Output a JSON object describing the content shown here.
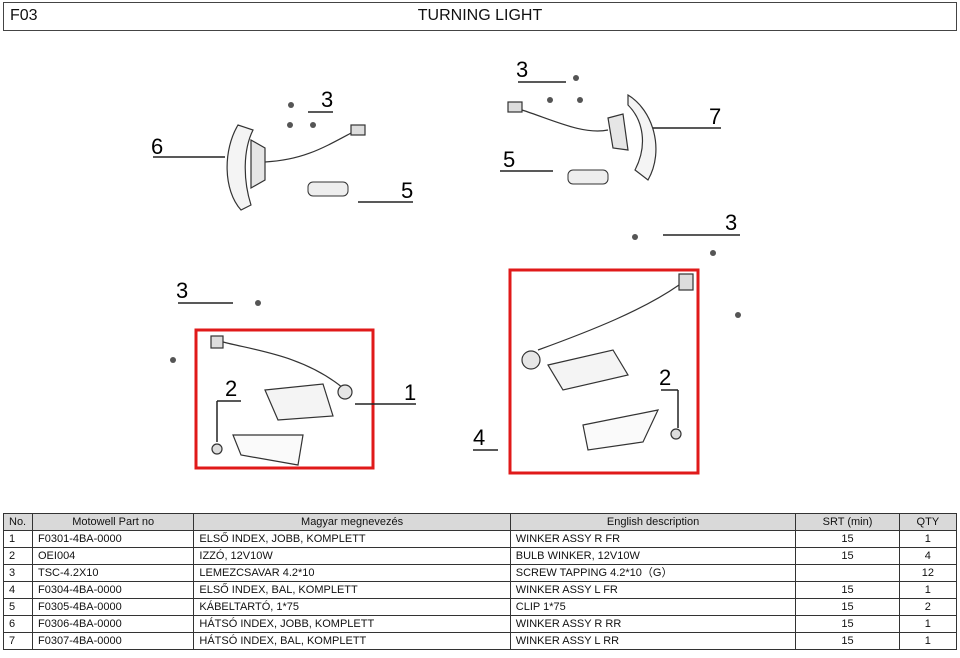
{
  "header": {
    "code": "F03",
    "title": "TURNING LIGHT"
  },
  "diagram": {
    "callouts": [
      "3",
      "6",
      "5",
      "3",
      "7",
      "5",
      "3",
      "3",
      "1",
      "2",
      "2",
      "4"
    ]
  },
  "table": {
    "columns": [
      "No.",
      "Motowell Part no",
      "Magyar megnevezés",
      "English description",
      "SRT (min)",
      "QTY"
    ],
    "rows": [
      {
        "no": "1",
        "part": "F0301-4BA-0000",
        "hu": "ELSŐ INDEX, JOBB, KOMPLETT",
        "en": "WINKER ASSY R FR",
        "srt": "15",
        "qty": "1"
      },
      {
        "no": "2",
        "part": "OEI004",
        "hu": "IZZÓ, 12V10W",
        "en": "BULB WINKER, 12V10W",
        "srt": "15",
        "qty": "4"
      },
      {
        "no": "3",
        "part": "TSC-4.2X10",
        "hu": "LEMEZCSAVAR 4.2*10",
        "en": "SCREW TAPPING 4.2*10（G）",
        "srt": "",
        "qty": "12"
      },
      {
        "no": "4",
        "part": "F0304-4BA-0000",
        "hu": "ELSŐ INDEX, BAL, KOMPLETT",
        "en": "WINKER ASSY L FR",
        "srt": "15",
        "qty": "1"
      },
      {
        "no": "5",
        "part": "F0305-4BA-0000",
        "hu": "KÁBELTARTÓ, 1*75",
        "en": "CLIP 1*75",
        "srt": "15",
        "qty": "2"
      },
      {
        "no": "6",
        "part": "F0306-4BA-0000",
        "hu": "HÁTSÓ INDEX, JOBB, KOMPLETT",
        "en": "WINKER ASSY R RR",
        "srt": "15",
        "qty": "1"
      },
      {
        "no": "7",
        "part": "F0307-4BA-0000",
        "hu": "HÁTSÓ INDEX, BAL, KOMPLETT",
        "en": "WINKER ASSY L RR",
        "srt": "15",
        "qty": "1"
      }
    ]
  }
}
